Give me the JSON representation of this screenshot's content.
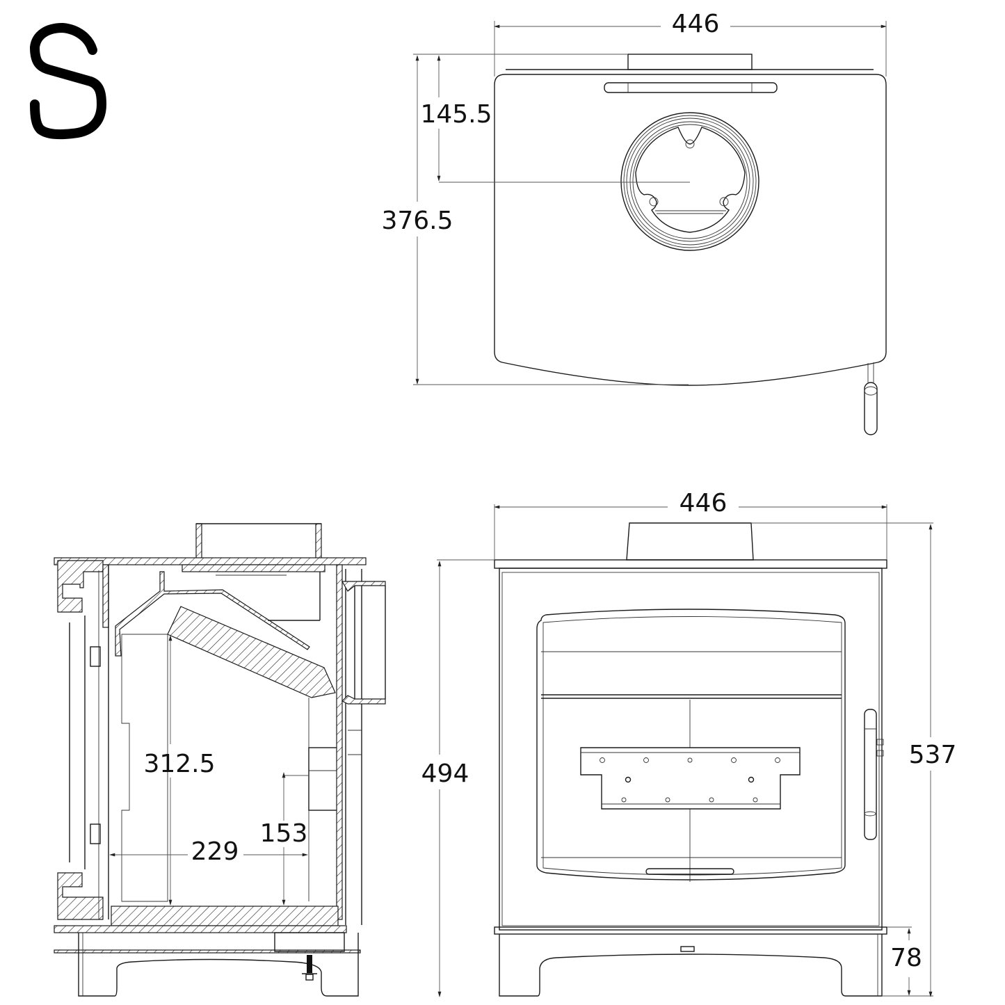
{
  "sheet": {
    "variant_mark": "S",
    "views": [
      "top-view",
      "side-section-view",
      "front-view"
    ]
  },
  "top_view": {
    "width_label": "446",
    "flue_center_depth_label": "145.5",
    "depth_label": "376.5"
  },
  "section_view": {
    "firebox_height_label": "312.5",
    "firebox_depth_label": "229",
    "rear_outlet_height_label": "153"
  },
  "front_view": {
    "width_label": "446",
    "body_height_label": "494",
    "overall_height_label": "537",
    "base_height_label": "78"
  },
  "colors": {
    "line": "#1a1a1a",
    "dimension_line": "#555555",
    "background": "#ffffff"
  }
}
